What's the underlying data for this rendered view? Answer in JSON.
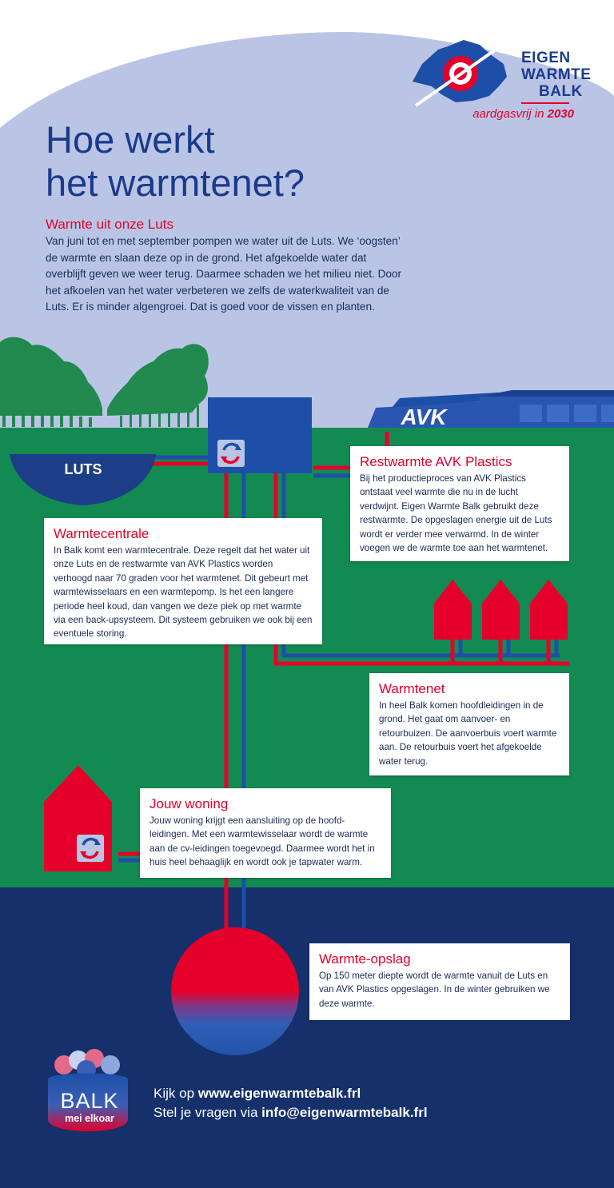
{
  "brand": {
    "logo_lines": [
      "EIGEN",
      "WARMTE",
      "BALK"
    ],
    "tagline_prefix": "aardgasvrij in ",
    "tagline_year": "2030"
  },
  "headline": [
    "Hoe werkt",
    "het warmtenet?"
  ],
  "intro": {
    "title": "Warmte uit onze Luts",
    "body": "Van juni tot en met september pompen we water uit de Luts. We ‘oogsten’ de warmte en slaan deze op in de grond. Het afgekoelde water dat overblijft geven we weer terug. Daarmee schaden we het milieu niet. Door het afkoelen van het water verbeteren we zelfs de waterkwaliteit van de Luts. Er is minder algengroei. Dat is goed voor de vissen en planten."
  },
  "labels": {
    "luts": "LUTS",
    "factory": "AVK"
  },
  "cards": {
    "avk": {
      "title": "Restwarmte AVK Plastics",
      "body": "Bij het productieproces van AVK Plastics ontstaat veel warmte die nu in de lucht verdwijnt. Eigen Warmte Balk gebruikt deze restwarmte. De opgeslagen energie uit de Luts wordt er verder mee verwarmd. In de winter voegen we de warmte toe aan het warmtenet."
    },
    "centrale": {
      "title": "Warmtecentrale",
      "body": "In Balk komt een warmtecentrale. Deze regelt dat het water uit onze Luts en de restwarmte van AVK Plastics worden verhoogd naar 70 graden voor het warmtenet. Dit gebeurt met warmtewisselaars en een warmtepomp. Is het een langere periode heel koud, dan vangen we deze piek op met warmte via een back-upsysteem. Dit systeem gebruiken we ook bij een eventuele storing."
    },
    "warmtenet": {
      "title": "Warmtenet",
      "body": "In heel Balk komen hoofdleidingen in de grond. Het gaat om aanvoer- en retourbuizen. De aanvoerbuis voert warmte aan. De retourbuis voert het afgekoelde water terug."
    },
    "woning": {
      "title": "Jouw woning",
      "body": "Jouw woning krijgt een aansluiting op de hoofd-leidingen. Met een warmtewisselaar wordt de warmte aan de cv-leidingen toegevoegd. Daarmee wordt het in huis heel behaaglijk en wordt ook je tapwater warm."
    },
    "opslag": {
      "title": "Warmte-opslag",
      "body": "Op 150 meter diepte wordt de warmte vanuit de Luts en van AVK Plastics opgeslagen. In de winter gebruiken we deze warmte."
    }
  },
  "footer": {
    "line1_prefix": "Kijk op ",
    "line1_link": "www.eigenwarmtebalk.frl",
    "line2_prefix": "Stel je vragen via ",
    "line2_link": "info@eigenwarmtebalk.frl",
    "badge_word": "BALK",
    "badge_sub": "mei elkoar"
  },
  "colors": {
    "sky": "#bac5e6",
    "grass": "#138a52",
    "trees": "#218a4f",
    "navy": "#15306a",
    "blue": "#1d4fa8",
    "red": "#e4002b",
    "text": "#1b2a55"
  },
  "icons": [
    "heat-exchanger-icon",
    "house-icon",
    "factory-icon",
    "brand-logo-icon"
  ]
}
